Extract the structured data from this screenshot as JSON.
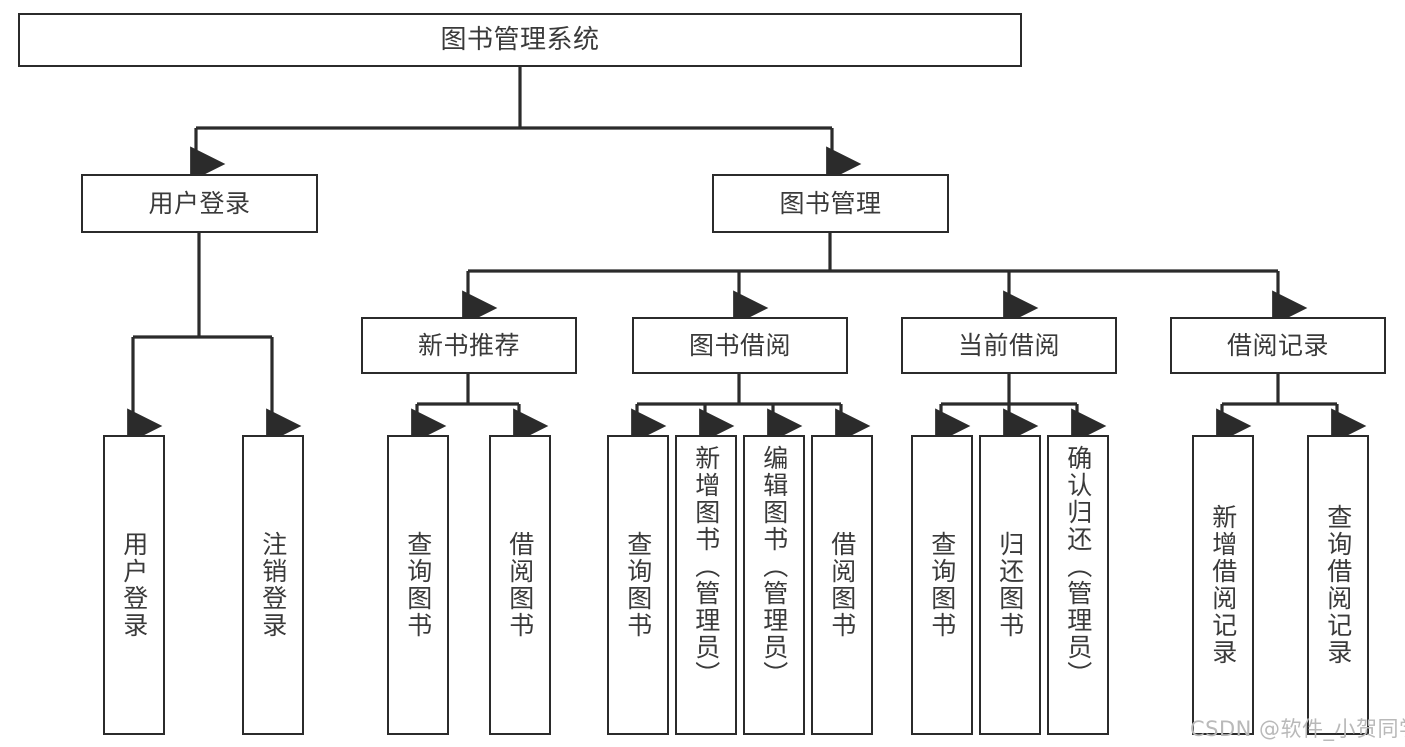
{
  "diagram": {
    "title": "图书管理系统",
    "watermark": "CSDN @软件_小贺同学",
    "colors": {
      "stroke": "#2b2b2b",
      "text": "#3a3a3a",
      "background": "#ffffff",
      "watermark": "#b9b9b9"
    },
    "nodes": {
      "root": {
        "label": "图书管理系统"
      },
      "level2": [
        {
          "key": "user_login",
          "label": "用户登录"
        },
        {
          "key": "book_manage",
          "label": "图书管理"
        }
      ],
      "level3": [
        {
          "key": "new_book_rec",
          "label": "新书推荐"
        },
        {
          "key": "book_borrow",
          "label": "图书借阅"
        },
        {
          "key": "current_borrow",
          "label": "当前借阅"
        },
        {
          "key": "borrow_record",
          "label": "借阅记录"
        }
      ],
      "leaves": {
        "user_login": [
          {
            "key": "leaf_user_login",
            "label": "用户登录"
          },
          {
            "key": "leaf_logout",
            "label": "注销登录"
          }
        ],
        "new_book_rec": [
          {
            "key": "leaf_query_book_1",
            "label": "查询图书"
          },
          {
            "key": "leaf_borrow_book_1",
            "label": "借阅图书"
          }
        ],
        "book_borrow": [
          {
            "key": "leaf_query_book_2",
            "label": "查询图书"
          },
          {
            "key": "leaf_add_book",
            "label": "新增图书（管理员）"
          },
          {
            "key": "leaf_edit_book",
            "label": "编辑图书（管理员）"
          },
          {
            "key": "leaf_borrow_book_2",
            "label": "借阅图书"
          }
        ],
        "current_borrow": [
          {
            "key": "leaf_query_book_3",
            "label": "查询图书"
          },
          {
            "key": "leaf_return_book",
            "label": "归还图书"
          },
          {
            "key": "leaf_confirm_return",
            "label": "确认归还（管理员）"
          }
        ],
        "borrow_record": [
          {
            "key": "leaf_add_record",
            "label": "新增借阅记录"
          },
          {
            "key": "leaf_query_record",
            "label": "查询借阅记录"
          }
        ]
      }
    }
  }
}
